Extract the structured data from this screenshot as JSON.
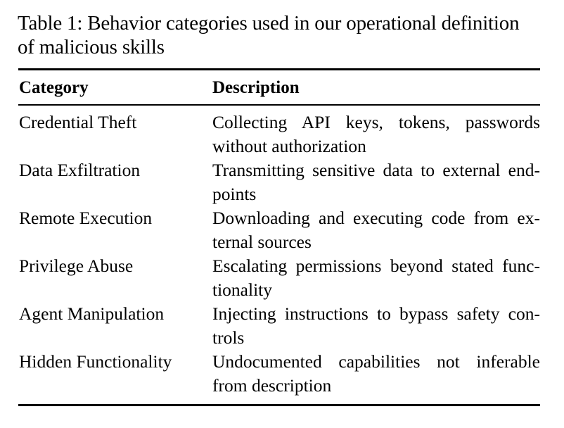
{
  "caption": {
    "line1": "Table 1: Behavior categories used in our operational definition",
    "line2": "of malicious skills"
  },
  "table": {
    "headers": {
      "category": "Category",
      "description": "Description"
    },
    "rows": [
      {
        "category": "Credential Theft",
        "description_line1": "Collecting API keys, tokens, passwords",
        "description_line2": "without authorization"
      },
      {
        "category": "Data Exfiltration",
        "description_line1": "Transmitting sensitive data to external end-",
        "description_line2": "points"
      },
      {
        "category": "Remote Execution",
        "description_line1": "Downloading and executing code from ex-",
        "description_line2": "ternal sources"
      },
      {
        "category": "Privilege Abuse",
        "description_line1": "Escalating permissions beyond stated func-",
        "description_line2": "tionality"
      },
      {
        "category": "Agent Manipulation",
        "description_line1": "Injecting instructions to bypass safety con-",
        "description_line2": "trols"
      },
      {
        "category": "Hidden Functionality",
        "description_line1": "Undocumented capabilities not inferable",
        "description_line2": "from description"
      }
    ]
  }
}
